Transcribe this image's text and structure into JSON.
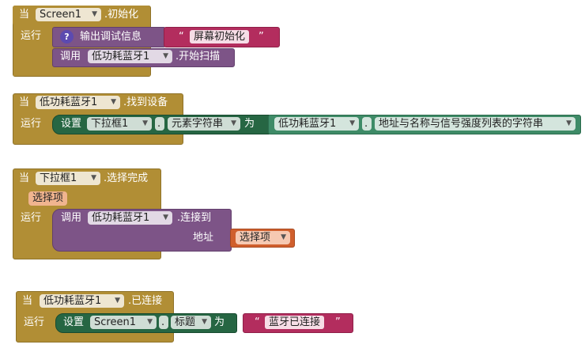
{
  "blocks": {
    "b1": {
      "when": "当",
      "component": "Screen1",
      "event": ".初始化",
      "do": "运行",
      "debug_label": "输出调试信息",
      "debug_icon": "?",
      "text_value": "屏幕初始化",
      "quote_open": "“",
      "quote_close": "”",
      "call_label": "调用",
      "call_component": "低功耗蓝牙1",
      "call_method": ".开始扫描"
    },
    "b2": {
      "when": "当",
      "component": "低功耗蓝牙1",
      "event": ".找到设备",
      "do": "运行",
      "set_label": "设置",
      "set_component": "下拉框1",
      "set_dot": ".",
      "set_property": "元素字符串",
      "to_label": "为",
      "get_component": "低功耗蓝牙1",
      "get_dot": ".",
      "get_property": "地址与名称与信号强度列表的字符串"
    },
    "b3": {
      "when": "当",
      "component": "下拉框1",
      "event": ".选择完成",
      "param": "选择项",
      "do": "运行",
      "call_label": "调用",
      "call_component": "低功耗蓝牙1",
      "call_method": ".连接到",
      "arg_label": "地址",
      "arg_value": "选择项"
    },
    "b4": {
      "when": "当",
      "component": "低功耗蓝牙1",
      "event": ".已连接",
      "do": "运行",
      "set_label": "设置",
      "set_component": "Screen1",
      "set_dot": ".",
      "set_property": "标题",
      "to_label": "为",
      "text_value": "蓝牙已连接",
      "quote_open": "“",
      "quote_close": "”"
    }
  },
  "dropdown_arrow": "▼",
  "colors": {
    "event": "#b18e35",
    "procedure": "#7d5487",
    "setter": "#266643",
    "getter": "#3e8b67",
    "text": "#b32d5e",
    "local_var": "#d05f2d"
  }
}
